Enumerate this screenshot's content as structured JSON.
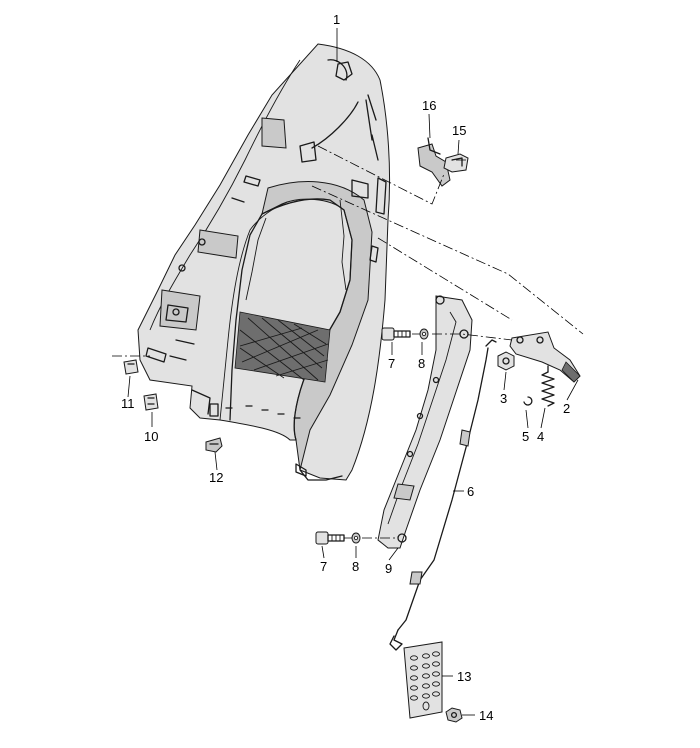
{
  "diagram": {
    "callouts": [
      {
        "label": "1"
      },
      {
        "label": "2"
      },
      {
        "label": "3"
      },
      {
        "label": "4"
      },
      {
        "label": "5"
      },
      {
        "label": "6"
      },
      {
        "label": "7"
      },
      {
        "label": "8"
      },
      {
        "label": "9"
      },
      {
        "label": "10"
      },
      {
        "label": "11"
      },
      {
        "label": "12"
      },
      {
        "label": "13"
      },
      {
        "label": "14"
      },
      {
        "label": "15"
      },
      {
        "label": "16"
      },
      {
        "label": "7"
      },
      {
        "label": "8"
      }
    ]
  }
}
